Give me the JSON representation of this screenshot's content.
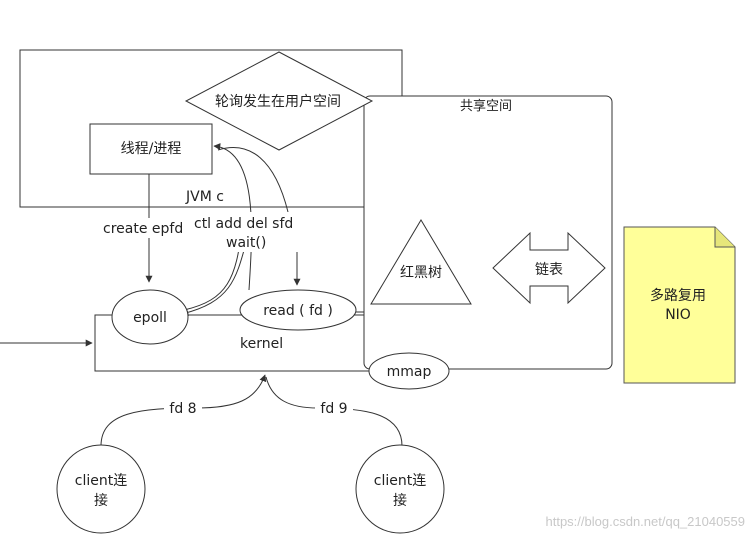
{
  "nodes": {
    "user_space_note": "轮询发生在用户空间",
    "thread_process": "线程/进程",
    "jvm": "JVM  c",
    "create_epfd": "create epfd",
    "ctl_add_del": "ctl add del sfd",
    "wait_call": "wait()",
    "epoll": "epoll",
    "read_fd": "read ( fd )",
    "kernel": "kernel",
    "shared_space": "共享空间",
    "red_black_tree": "红黑树",
    "linked_list": "链表",
    "mmap": "mmap",
    "multiplexing_line1": "多路复用",
    "multiplexing_line2": "NIO",
    "fd8": "fd 8",
    "fd9": "fd 9",
    "client1_line1": "client连",
    "client1_line2": "接",
    "client2_line1": "client连",
    "client2_line2": "接"
  },
  "watermark": "https://blog.csdn.net/qq_21040559",
  "colors": {
    "stroke": "#333333",
    "note_fill": "#ffff99",
    "note_stroke": "#555555",
    "watermark": "#c8c8c8"
  }
}
